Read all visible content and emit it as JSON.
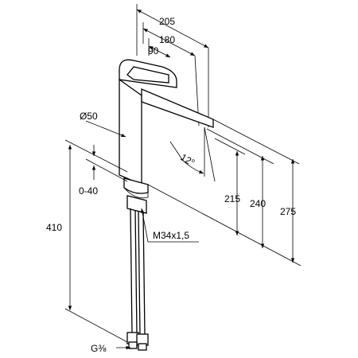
{
  "dimensions": {
    "d205": "205",
    "d180": "180",
    "d90": "90",
    "diameter": "Ø50",
    "angle": "12°",
    "range": "0-40",
    "d410": "410",
    "d215": "215",
    "d240": "240",
    "d275": "275",
    "thread": "M34x1,5",
    "connection": "G⅜"
  }
}
